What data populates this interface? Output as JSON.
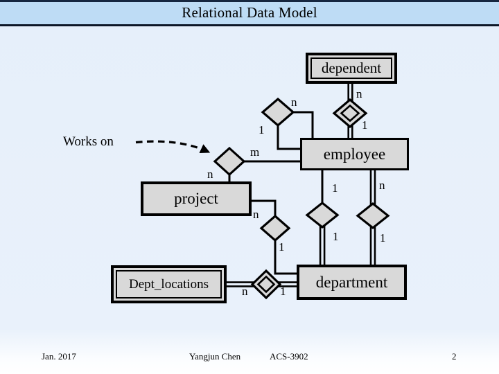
{
  "slide": {
    "title": "Relational Data Model",
    "footer": {
      "date": "Jan. 2017",
      "author": "Yangjun Chen",
      "course": "ACS-3902",
      "page_number": "2"
    }
  },
  "diagram": {
    "type": "entity-relationship",
    "annotation": {
      "works_on_label": "Works on"
    },
    "entities": {
      "dependent": "dependent",
      "employee": "employee",
      "project": "project",
      "dept_locations": "Dept_locations",
      "department": "department"
    },
    "relationships": [
      "dependents_of (identifying, dependent n : employee 1)",
      "supervision (recursive on employee, n : 1)",
      "works_on (employee m : project n)",
      "manages (employee 1 : department 1)",
      "works_for (employee n : department 1)",
      "controls (project n : department 1)",
      "dept_locations_of (Dept_locations n : department 1)"
    ],
    "cardinalities": {
      "dependents_of_dependent_side": "n",
      "dependents_of_employee_side": "1",
      "supervision_n": "n",
      "supervision_1": "1",
      "works_on_employee_side": "m",
      "works_on_project_side": "n",
      "manages_employee_side": "1",
      "works_for_employee_side": "n",
      "manages_department_side": "1",
      "works_for_department_side": "1",
      "controls_project_side": "n",
      "controls_department_side": "1",
      "dept_locations_entity_side": "n",
      "dept_locations_department_side": "1"
    },
    "colors": {
      "banner_background": "#bedcf5",
      "slide_background": "#e8f1fb",
      "shape_fill": "#d9d9d9",
      "line_color": "#000000",
      "rule_color": "#16263f"
    }
  }
}
